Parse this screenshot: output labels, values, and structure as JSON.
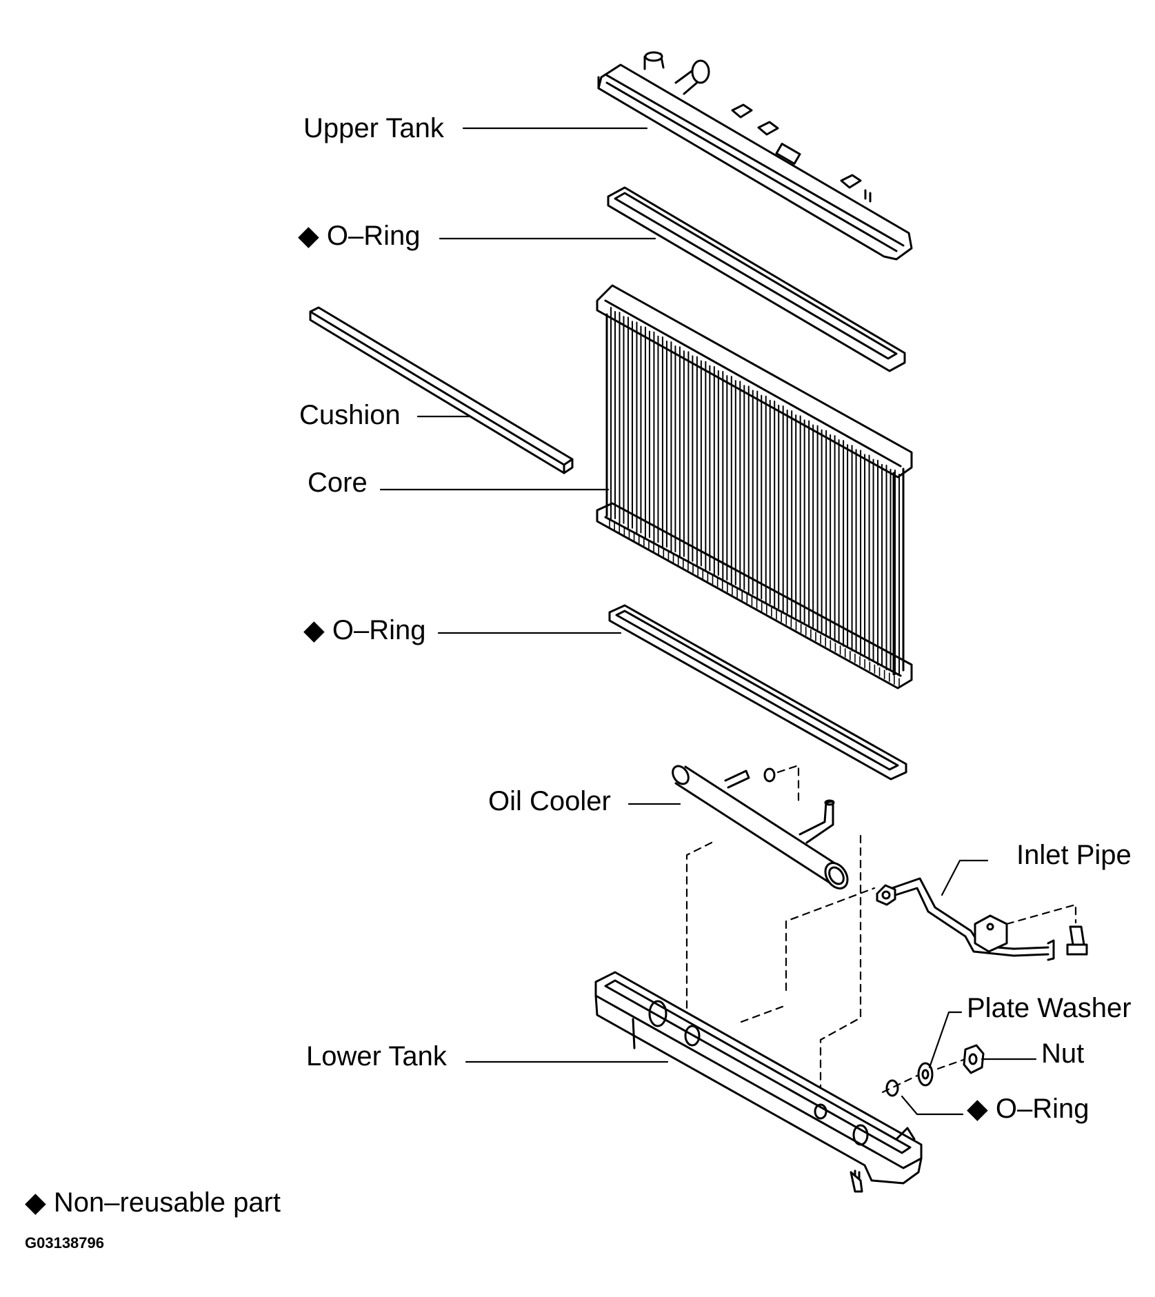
{
  "diagram": {
    "marker": "◆",
    "labels": {
      "upper_tank": "Upper Tank",
      "o_ring_top": "O–Ring",
      "cushion": "Cushion",
      "core": "Core",
      "o_ring_middle": "O–Ring",
      "oil_cooler": "Oil Cooler",
      "inlet_pipe": "Inlet Pipe",
      "plate_washer": "Plate Washer",
      "nut": "Nut",
      "lower_tank": "Lower Tank",
      "o_ring_bottom": "O–Ring"
    },
    "legend": "Non–reusable part",
    "figure_code": "G03138796"
  }
}
